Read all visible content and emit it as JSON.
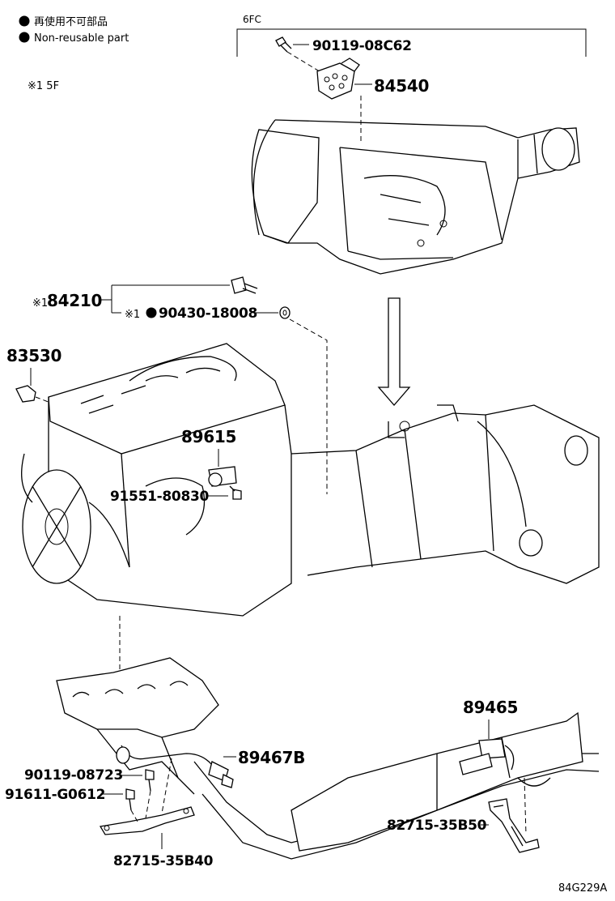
{
  "legend": {
    "jp_label": "再使用不可部品",
    "en_label": "Non-reusable part"
  },
  "notes": {
    "note_1": "※1 5F",
    "group_6fc": "6FC"
  },
  "parts": {
    "p_90119_08C62": "90119-08C62",
    "p_84540": "84540",
    "p_84210": "84210",
    "p_84210_mark": "※1",
    "p_90430_18008": "90430-18008",
    "p_90430_mark": "※1",
    "p_83530": "83530",
    "p_89615": "89615",
    "p_91551_80830": "91551-80830",
    "p_89467B": "89467B",
    "p_90119_08723": "90119-08723",
    "p_91611_G0612": "91611-G0612",
    "p_82715_35B40": "82715-35B40",
    "p_89465": "89465",
    "p_82715_35B50": "82715-35B50"
  },
  "figure_id": "84G229A"
}
